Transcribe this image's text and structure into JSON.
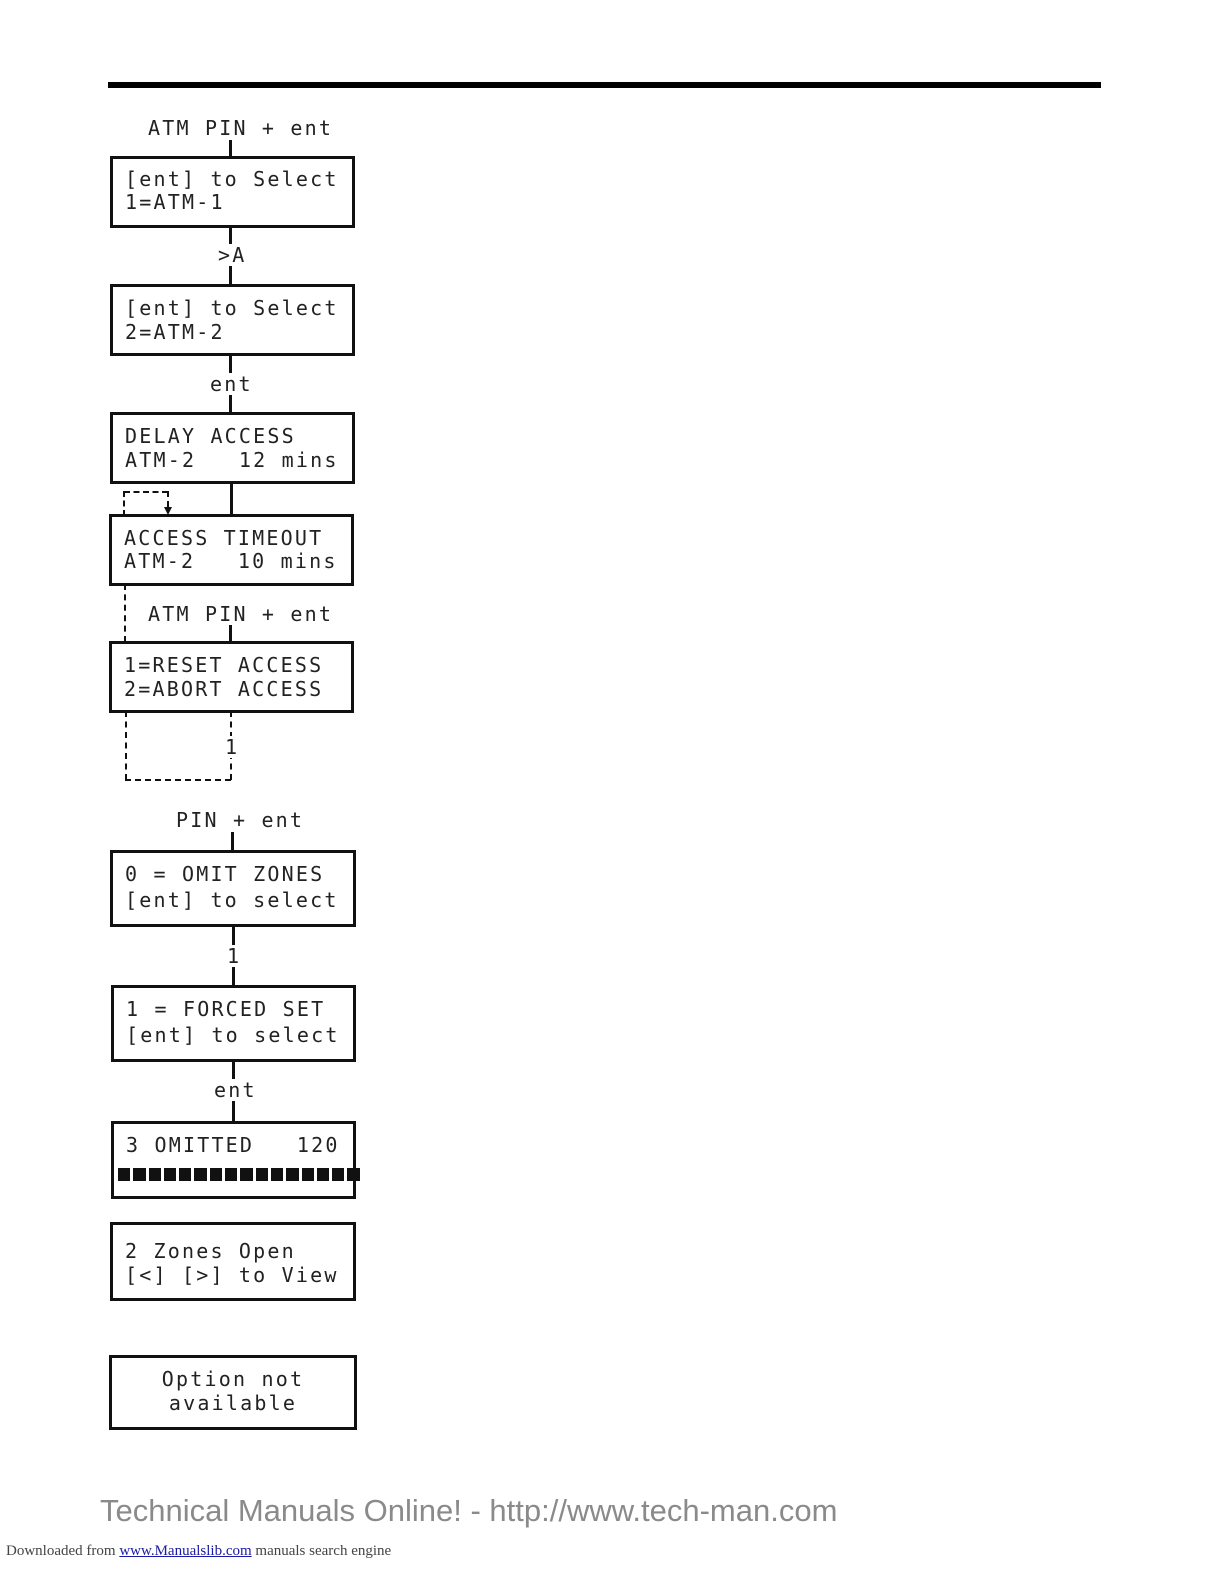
{
  "labels": {
    "atm_pin_1": "ATM PIN + ent",
    "gt_a": ">A",
    "ent_1": "ent",
    "atm_pin_2": "ATM PIN + ent",
    "one_1": "1",
    "pin_ent": "PIN + ent",
    "one_2": "1",
    "ent_2": "ent"
  },
  "screens": {
    "select_atm1": {
      "line1": "[ent] to Select",
      "line2": "1=ATM-1"
    },
    "select_atm2": {
      "line1": "[ent] to Select",
      "line2": "2=ATM-2"
    },
    "delay_access": {
      "line1": "DELAY ACCESS",
      "line2": "ATM-2   12 mins"
    },
    "access_timeout": {
      "line1": "ACCESS TIMEOUT",
      "line2": "ATM-2   10 mins"
    },
    "reset_abort": {
      "line1": "1=RESET ACCESS",
      "line2": "2=ABORT ACCESS"
    },
    "omit_zones": {
      "line1": "0 = OMIT ZONES",
      "line2": "[ent] to select"
    },
    "forced_set": {
      "line1": "1 = FORCED SET",
      "line2": "[ent] to select"
    },
    "omitted": {
      "line1": "3 OMITTED   120",
      "blocks": 16
    },
    "zones_open": {
      "line1": "2 Zones Open",
      "line2": "[<] [>] to View"
    },
    "not_available": {
      "line1": "Option not",
      "line2": "available"
    }
  },
  "footer": {
    "watermark": "Technical Manuals Online! - http://www.tech-man.com",
    "downloaded_prefix": "Downloaded from",
    "downloaded_link": "www.Manualslib.com",
    "downloaded_suffix": "manuals search engine"
  }
}
